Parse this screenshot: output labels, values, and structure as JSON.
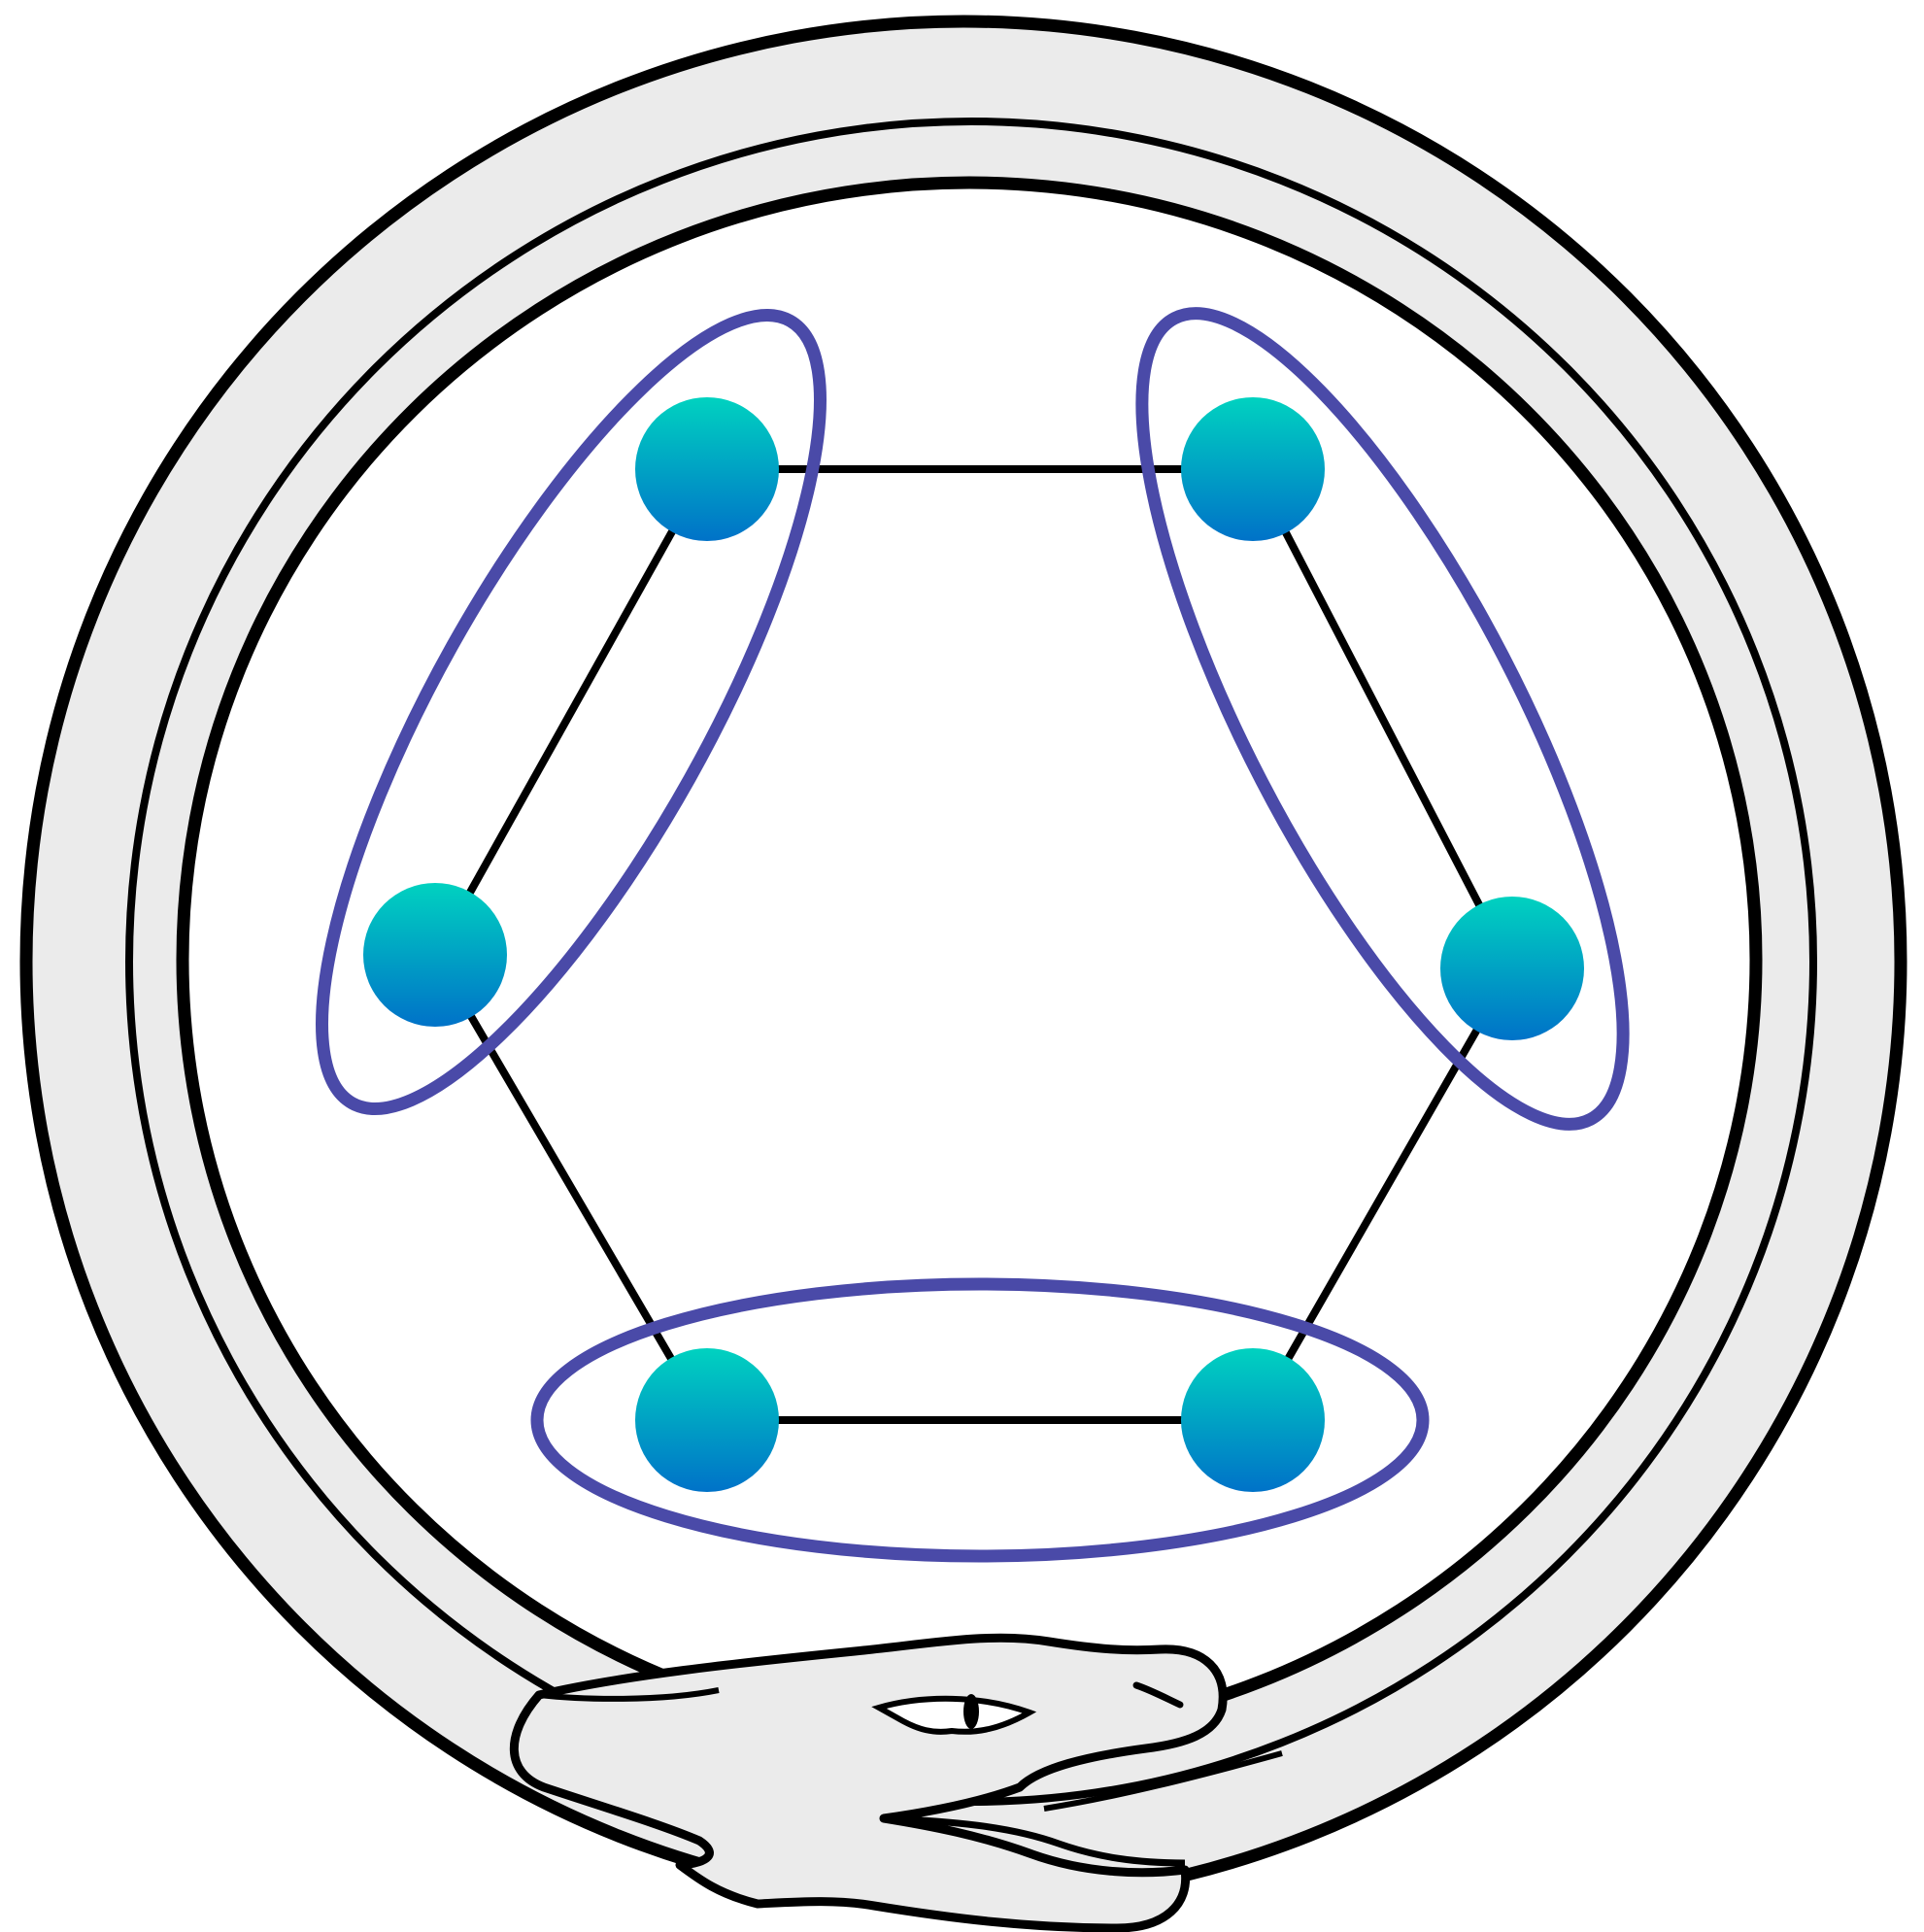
{
  "diagram": {
    "type": "ouroboros-hexagon-pairing",
    "colors": {
      "background": "#ffffff",
      "serpent_body": "#ebebeb",
      "serpent_outline": "#000000",
      "edge": "#000000",
      "group_outline": "#4a4aa8",
      "node_top": "#00d2c0",
      "node_bottom": "#0072c8"
    },
    "icons": {
      "serpent": "ouroboros-icon",
      "node": "circle-node-icon"
    },
    "nodes": [
      {
        "id": "n1",
        "position": "top-left"
      },
      {
        "id": "n2",
        "position": "top-right"
      },
      {
        "id": "n3",
        "position": "middle-right"
      },
      {
        "id": "n4",
        "position": "bottom-right"
      },
      {
        "id": "n5",
        "position": "bottom-left"
      },
      {
        "id": "n6",
        "position": "middle-left"
      }
    ],
    "edges": [
      [
        "n1",
        "n2"
      ],
      [
        "n2",
        "n3"
      ],
      [
        "n3",
        "n4"
      ],
      [
        "n4",
        "n5"
      ],
      [
        "n5",
        "n6"
      ],
      [
        "n6",
        "n1"
      ]
    ],
    "groups": [
      {
        "id": "g-left",
        "nodes": [
          "n6",
          "n1"
        ]
      },
      {
        "id": "g-right",
        "nodes": [
          "n2",
          "n3"
        ]
      },
      {
        "id": "g-bottom",
        "nodes": [
          "n5",
          "n4"
        ]
      }
    ]
  }
}
